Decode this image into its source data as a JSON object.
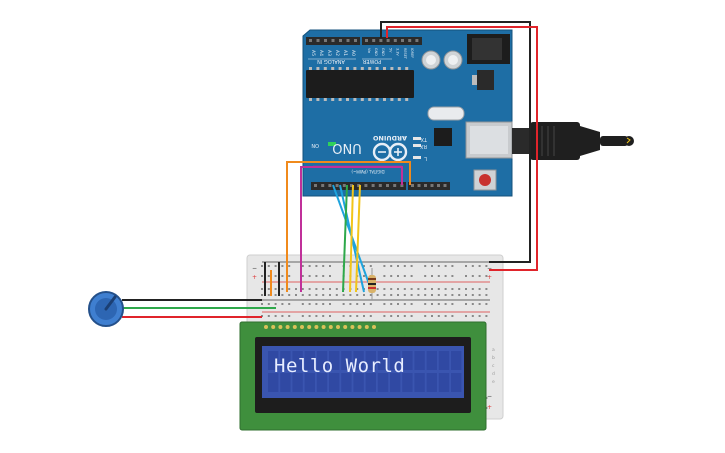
{
  "arduino": {
    "brand": "ARDUINO",
    "model": "UNO",
    "on_label": "ON",
    "tx_label": "TX",
    "rx_label": "RX",
    "l_label": "L",
    "power_label": "POWER",
    "analog_label": "ANALOG IN",
    "analog_pins": [
      "A0",
      "A1",
      "A2",
      "A3",
      "A4",
      "A5"
    ],
    "power_pins": [
      "IOREF",
      "RESET",
      "3.3V",
      "5V",
      "GND",
      "GND",
      "Vin"
    ],
    "digital_label": "DIGITAL (PWM~)"
  },
  "lcd": {
    "text": "Hello World"
  },
  "colors": {
    "board": "#1f6fa6",
    "breadboard": "#e6e6e6",
    "lcd_pcb": "#3f8f3d",
    "lcd_screen": "#3a55b0",
    "wire_red": "#e0242b",
    "wire_black": "#222222",
    "wire_green": "#2ea84a",
    "wire_orange": "#f08a1c",
    "wire_magenta": "#c0309a",
    "wire_blue": "#1ea3dd",
    "wire_yellow": "#f2c51a",
    "pot": "#3f7fd0"
  }
}
